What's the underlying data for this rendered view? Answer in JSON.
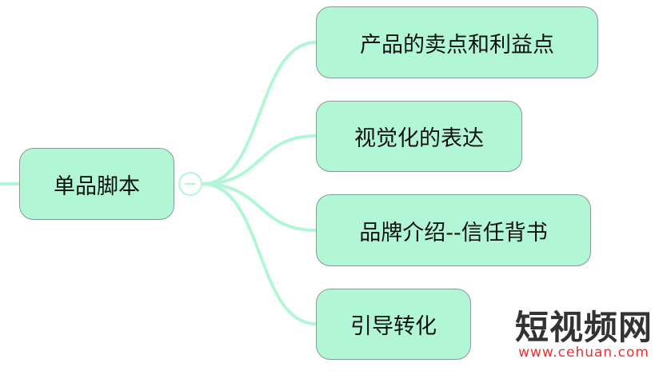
{
  "root": {
    "label": "单品脚本"
  },
  "children": [
    {
      "label": "产品的卖点和利益点"
    },
    {
      "label": "视觉化的表达"
    },
    {
      "label": "品牌介绍--信任背书"
    },
    {
      "label": "引导转化"
    }
  ],
  "watermark": {
    "title": "短视频网",
    "url": "www.cehuan.com"
  },
  "colors": {
    "node_fill": "#b2f7d5",
    "line": "#b2f7d5",
    "border": "#8a9a92"
  }
}
